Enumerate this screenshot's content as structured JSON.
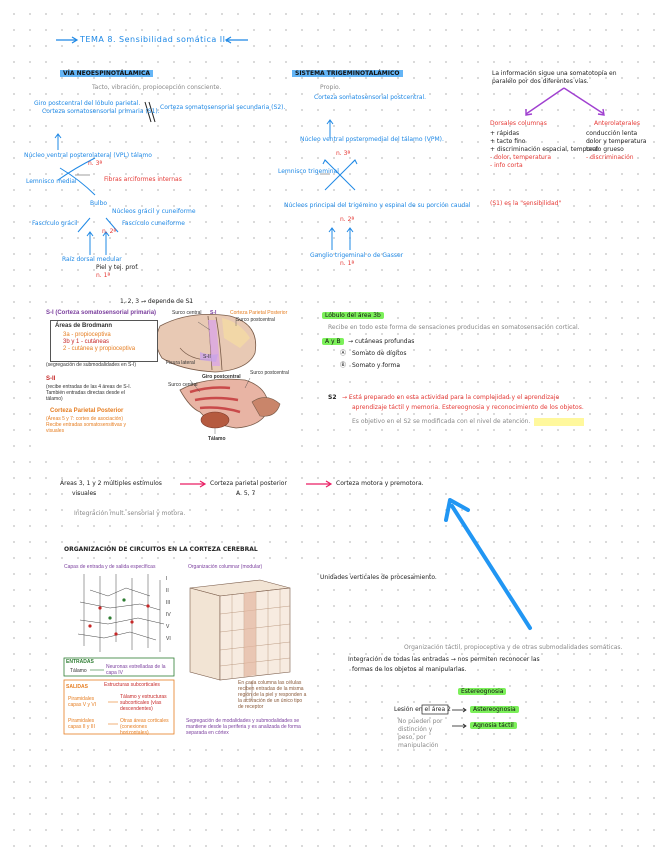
{
  "colors": {
    "ink_blue": "#1e88e5",
    "ink_red": "#e53935",
    "ink_violet": "#a040d0",
    "highlight_blue": "#64b5f6",
    "highlight_green": "#7cf05a",
    "highlight_yellow": "#fff34d",
    "fig_purple": "#7b3f9e",
    "fig_orange": "#e67e22",
    "fig_green": "#2e7d32",
    "fig_red": "#c62828"
  },
  "title": {
    "text": "TEMA 8. Sensibilidad somática II."
  },
  "col1": {
    "heading": "VÍA NEOESPINOTÁLAMICA",
    "sub": "Tacto, vibración, propiocepción consciente.",
    "b1": "Giro postcentral del lóbulo parietal.",
    "b1b": "Corteza somatosensorial primaria (S1).",
    "b2": "Corteza somatosensorial secundaria (S2).",
    "b3": "Núcleo ventral posterolateral (VPL) tálamo",
    "n2": "n. 3ª",
    "b4": "Lemnisco medial",
    "b5": "Fibras arciformes internas",
    "b6": "Bulbo",
    "b7": "Fascículo grácil",
    "b8": "Fascículo cuneiforme",
    "b9": "Núcleos grácil y cuneiforme",
    "n1": "n. 2ª",
    "b10": "Raíz dorsal medular",
    "b11": "Piel y tej. prof.",
    "n0": "n. 1ª"
  },
  "col2": {
    "heading": "SISTEMA TRIGEMINOTALÁMICO",
    "sub": "Propio.",
    "c1": "Corteza somatosensorial postcentral.",
    "c2": "Núcleo ventral posteromedial del tálamo (VPM).",
    "n2": "n. 3ª",
    "c3": "Lemnisco trigeminal",
    "c4": "Núcleos principal del trigémino y espinal de su porción caudal",
    "n1": "n. 2ª",
    "c5": "Ganglio trigeminal o de Gasser",
    "n0": "n. 1ª"
  },
  "col3": {
    "intro": "La información sigue una somatotopía en paralelo por dos diferentes vías.",
    "left_head": "Dorsales columnas",
    "left_items": [
      "+ rápidas",
      "+ tacto fino",
      "+ discriminación espacial, temporal"
    ],
    "left_red": [
      "- dolor, temperatura",
      "- info corta"
    ],
    "right_head": "Anterolaterales",
    "right_items": [
      "conducción lenta",
      "dolor y temperatura",
      "tacto grueso"
    ],
    "right_red": [
      "- discriminación"
    ],
    "bottom": "(S1) es la \"sensibilidad\""
  },
  "fig1": {
    "caption_top": "1, 2, 3 → depende de S1",
    "title": "S-I (Corteza somatosensorial primaria)",
    "box_title": "Áreas de Brodmann",
    "area1": "3a - propioceptiva",
    "area2": "3b y 1 - cutáneas",
    "area3": "2 - cutánea y propioceptiva",
    "seg": "(segregación de submodalidades en S-I)",
    "s2_title": "S-II",
    "s2_text": "(recibe entradas de las 4 áreas de S-I. También entradas directas desde el tálamo)",
    "ppc_title": "Corteza Parietal Posterior",
    "ppc_sub": "(Áreas 5 y 7: cortex de asociación)",
    "ppc_text": "Recibe entradas somatosensitivas y visuales",
    "lbl_surco_central": "Surco central",
    "lbl_cpp": "Corteza Parietal Posterior",
    "lbl_surco_post": "Surco postcentral",
    "lbl_s1": "S-I",
    "lbl_s2": "S-II",
    "lbl_fisura": "Fisura lateral",
    "lbl_giro": "Giro postcentral",
    "lbl_surco_central2": "Surco central",
    "lbl_surco_post2": "Surco postcentral",
    "lbl_talamo": "Tálamo"
  },
  "mid_right": {
    "tag1": "Lóbulo del área 3b",
    "note1": "Recibe en todo este forma de sensaciones producidas en somatosensación cortical.",
    "line_ab": "A y B",
    "line_ab_text": "→ cutáneas profundas",
    "a_item": "Somato de dígitos",
    "b_item": "Somato y forma",
    "s2_head": "S2",
    "s2_text1": "→ Está preparado en esta actividad para la complejidad y el aprendizaje",
    "s2_text2": "aprendizaje táctil y memoria. Estereognosia y reconocimiento de los objetos.",
    "s2_text3": "Es objetivo en el S2 se modificada con el nivel de atención."
  },
  "flow": {
    "a": "Áreas 3, 1 y 2 múltiples estímulos",
    "a2": "visuales",
    "b": "Corteza parietal posterior",
    "b2": "A. 5, 7",
    "c": "Corteza motora y premotora.",
    "note": "Integración mult. sensorial y motora."
  },
  "cortex_heading": "ORGANIZACIÓN DE CIRCUITOS EN LA CORTEZA CEREBRAL",
  "fig2": {
    "left_title": "Capas de entrada y de salida específicas",
    "right_title": "Organización columnar (modular)",
    "roman": [
      "I",
      "II",
      "III",
      "IV",
      "V",
      "VI"
    ],
    "entradas": "ENTRADAS",
    "talamo": "Tálamo",
    "entradas_text": "Neuronas estrelladas de la capa IV",
    "salidas": "SALIDAS",
    "salidas_tag": "Estructuras subcorticales",
    "p1": "Piramidales capas V y VI",
    "p1_target": "Tálamo y estructuras subcorticales (vías descendentes)",
    "p2": "Piramidales capas II y III",
    "p2_target": "Otras áreas corticales (conexiones horizontales)",
    "col_text": "En cada columna las células reciben entradas de la misma región de la piel y responden a la activación de un único tipo de receptor",
    "seg_text": "Segregación de modalidades y submodalidades se mantiene desde la periferia y es analizada de forma separada en córtex"
  },
  "right_bottom": {
    "unit_text": "Unidades verticales de procesamiento.",
    "top_note": "Organización táctil, propioceptiva y de otras submodalidades somáticas.",
    "integ1": "Integración de todas las entradas → nos permiten reconocer las",
    "integ2": "formas de los objetos al manipularlas.",
    "tag": "Estereognosia",
    "lesion": "Lesión en el área 2",
    "lesion_r1": "Astereognosia",
    "lesion_note1": "No pueden por",
    "lesion_note2": "distinción y",
    "lesion_note3": "peso, por",
    "lesion_note4": "manipulación",
    "lesion_r2": "Agnosia táctil"
  }
}
